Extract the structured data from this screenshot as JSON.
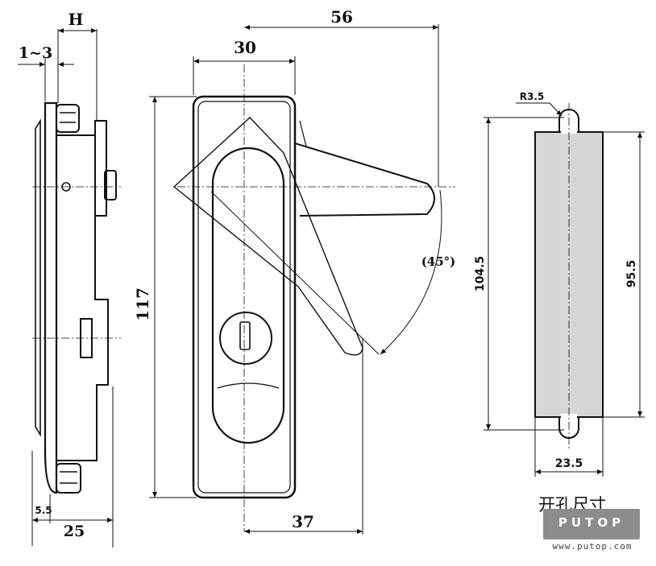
{
  "side_view": {
    "label_h": "H",
    "label_gap": "1~3",
    "label_depth": "25",
    "label_offset": "5.5"
  },
  "front_view": {
    "label_width": "30",
    "label_reach": "56",
    "label_height": "117",
    "label_offset": "37",
    "label_angle": "(45°)"
  },
  "cutout_view": {
    "label_radius": "R3.5",
    "label_total": "104.5",
    "label_inner": "95.5",
    "label_width": "23.5",
    "caption": "开孔尺寸"
  },
  "watermark": {
    "brand": "PUTOP",
    "url": "www.putop.com"
  }
}
